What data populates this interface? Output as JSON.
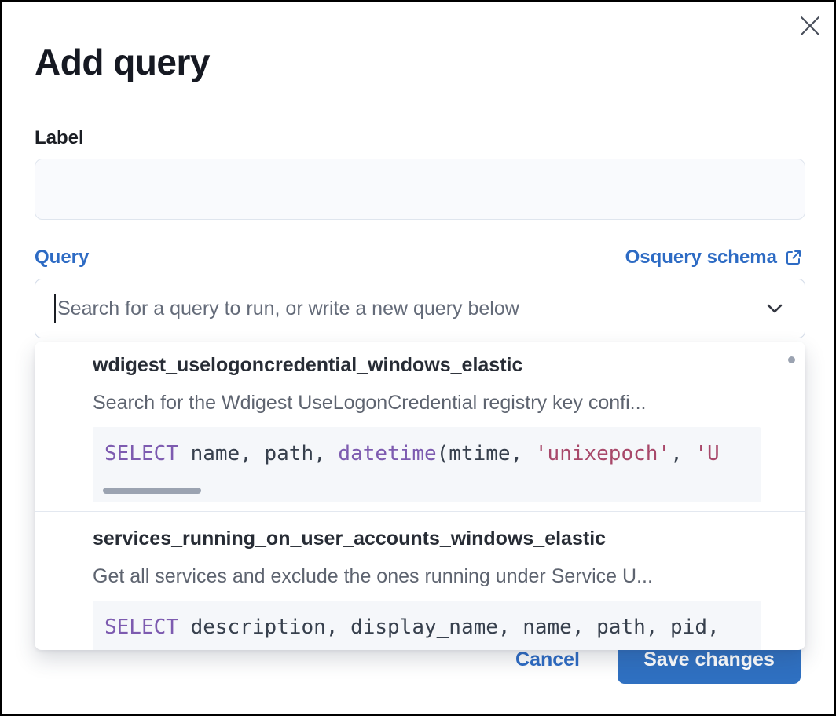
{
  "modal": {
    "title": "Add query"
  },
  "label_field": {
    "label": "Label",
    "value": "",
    "placeholder": ""
  },
  "query_field": {
    "label": "Query",
    "schema_link_label": "Osquery schema",
    "placeholder": "Search for a query to run, or write a new query below"
  },
  "dropdown": {
    "options": [
      {
        "title": "wdigest_uselogoncredential_windows_elastic",
        "description": "Search for the Wdigest UseLogonCredential registry key confi...",
        "code_tokens": [
          [
            "kw",
            "SELECT"
          ],
          [
            "pl",
            " name, path, "
          ],
          [
            "kw",
            "datetime"
          ],
          [
            "pl",
            "(mtime, "
          ],
          [
            "st",
            "'unixepoch'"
          ],
          [
            "pl",
            ", "
          ],
          [
            "st",
            "'U"
          ]
        ],
        "has_hscrollbar": true
      },
      {
        "title": "services_running_on_user_accounts_windows_elastic",
        "description": "Get all services and exclude the ones running under Service U...",
        "code_tokens": [
          [
            "kw",
            "SELECT"
          ],
          [
            "pl",
            " description, display_name, name, path, pid,"
          ]
        ],
        "has_hscrollbar": false
      }
    ]
  },
  "footer": {
    "cancel_label": "Cancel",
    "save_label": "Save changes"
  },
  "colors": {
    "accent_blue": "#2f70c1",
    "link_blue": "#2d6bc4",
    "focus_underline": "#3a74d0",
    "code_keyword": "#7d5bb0",
    "code_string": "#a8486a",
    "code_plain": "#37404d",
    "code_background": "#f5f7fa",
    "description_gray": "#5e6470",
    "scrollbar_gray": "#9ba3b1"
  }
}
